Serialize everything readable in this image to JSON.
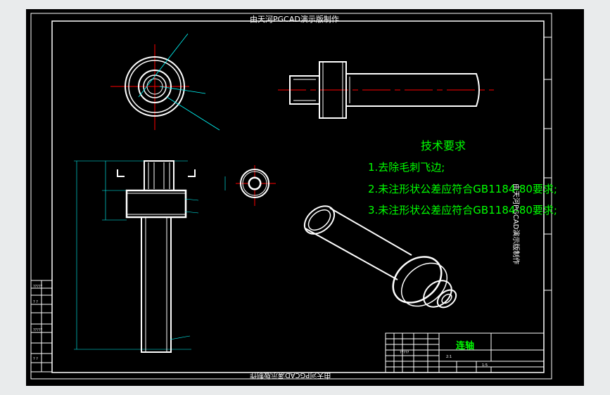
{
  "drawing": {
    "title_top": "由天河PGCAD演示版制作",
    "title_bottom": "由天河PGCAD演示版制作",
    "title_side": "由天河PGCAD演示版制作",
    "tech_requirements": {
      "heading": "技术要求",
      "items": [
        "1.去除毛刺飞边;",
        "2.未注形状公差应符合GB1184-80要求;",
        "3.未注形状公差应符合GB1184-80要求;"
      ]
    },
    "title_block": {
      "part_name": "连轴",
      "marks": [
        "2:1",
        "1:5",
        "?????"
      ]
    },
    "side_labels": [
      "?????",
      "? ?",
      "?????",
      "? ?"
    ],
    "colors": {
      "background": "#000000",
      "outline": "#ffffff",
      "text": "#00ff00",
      "centerline": "#ff0000",
      "dimension": "#00ffff"
    }
  }
}
